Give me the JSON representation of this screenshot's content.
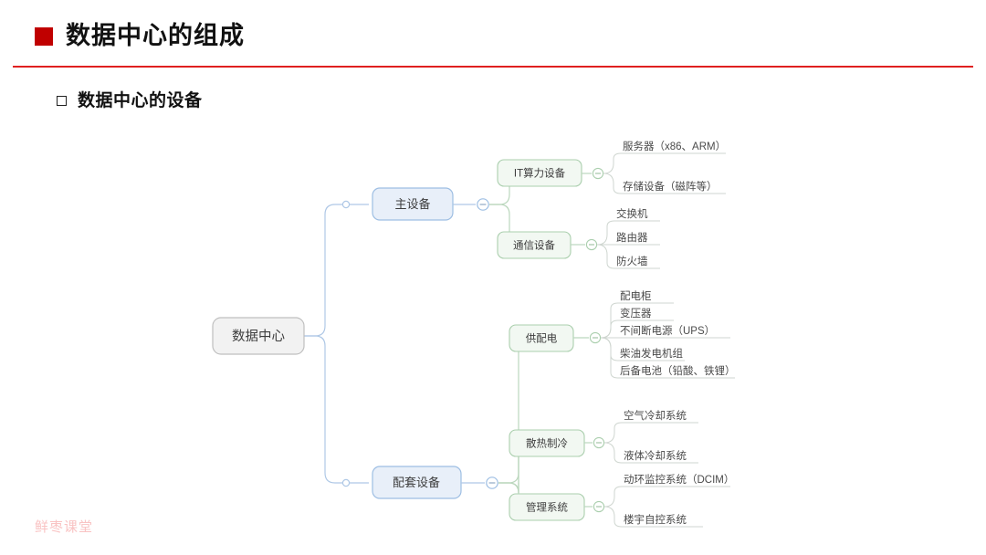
{
  "header": {
    "bullet_icon": "red-square-bullet",
    "title": "数据中心的组成",
    "divider_color": "#E02020",
    "bullet_color": "#C00000"
  },
  "subheader": {
    "bullet_icon": "hollow-square-bullet",
    "text": "数据中心的设备"
  },
  "watermark": {
    "text": "鲜枣课堂",
    "color": "#F9C3C3"
  },
  "mindmap": {
    "collapse_icon": "minus-circle-icon",
    "root": {
      "label": "数据中心",
      "fill": "#F2F2F2",
      "stroke": "#BFBFBF"
    },
    "level2_style": {
      "fill": "#E8EFF9",
      "stroke": "#9DBEE3"
    },
    "level3_style": {
      "fill": "#F2F8F2",
      "stroke": "#ABCFAE"
    },
    "branches": [
      {
        "label": "主设备",
        "groups": [
          {
            "label": "IT算力设备",
            "leaves": [
              "服务器（x86、ARM）",
              "存储设备（磁阵等）"
            ]
          },
          {
            "label": "通信设备",
            "leaves": [
              "交换机",
              "路由器",
              "防火墙"
            ]
          }
        ]
      },
      {
        "label": "配套设备",
        "groups": [
          {
            "label": "供配电",
            "leaves": [
              "配电柜",
              "变压器",
              "不间断电源（UPS）",
              "柴油发电机组",
              "后备电池（铅酸、铁锂）"
            ]
          },
          {
            "label": "散热制冷",
            "leaves": [
              "空气冷却系统",
              "液体冷却系统"
            ]
          },
          {
            "label": "管理系统",
            "leaves": [
              "动环监控系统（DCIM）",
              "楼宇自控系统"
            ]
          }
        ]
      }
    ]
  }
}
